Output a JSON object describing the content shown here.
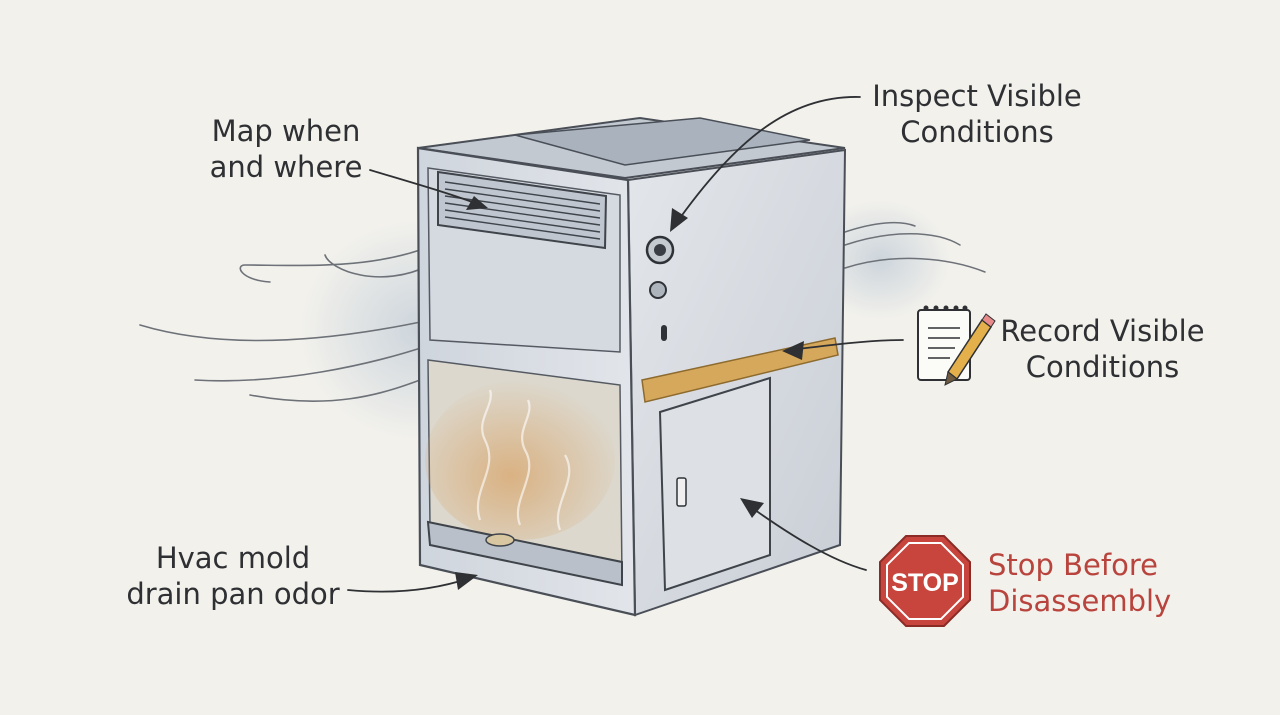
{
  "labels": {
    "map": [
      "Map when",
      "and where"
    ],
    "inspect": [
      "Inspect Visible",
      "Conditions"
    ],
    "record": [
      "Record Visible",
      "Conditions"
    ],
    "hvac": [
      "Hvac mold",
      "drain pan odor"
    ],
    "stop": [
      "Stop Before",
      "Disassembly"
    ]
  },
  "stop_sign_text": "STOP",
  "colors": {
    "background": "#f2f1ec",
    "ink": "#2e3033",
    "stop_red": "#c8453d",
    "stop_label": "#b8443d",
    "cabinet": "#d9dde3",
    "stain": "#d9a56a",
    "insulation_tube": "#d6a85c"
  },
  "icons": [
    "notepad-pencil-icon",
    "stop-sign-icon"
  ]
}
